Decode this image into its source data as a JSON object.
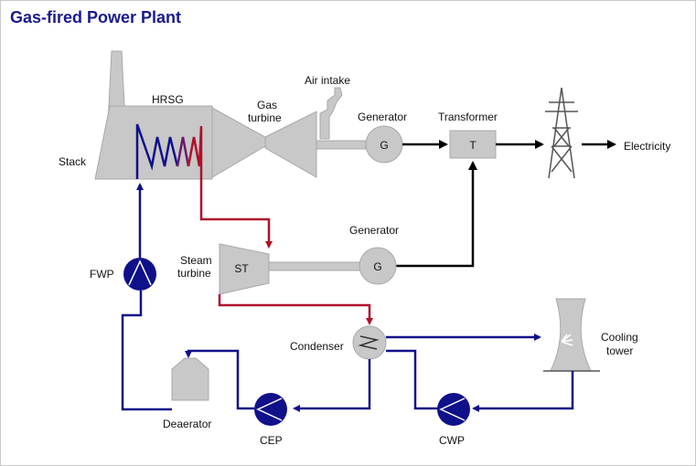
{
  "title": "Gas-fired Power Plant",
  "labels": {
    "stack": "Stack",
    "hrsg": "HRSG",
    "gas_turbine_1": "Gas",
    "gas_turbine_2": "turbine",
    "air_intake": "Air intake",
    "generator_top": "Generator",
    "generator_top_symbol": "G",
    "transformer": "Transformer",
    "transformer_symbol": "T",
    "electricity": "Electricity",
    "generator_bottom": "Generator",
    "generator_bottom_symbol": "G",
    "steam_turbine_1": "Steam",
    "steam_turbine_2": "turbine",
    "steam_turbine_symbol": "ST",
    "fwp": "FWP",
    "condenser": "Condenser",
    "cooling_tower_1": "Cooling",
    "cooling_tower_2": "tower",
    "deaerator": "Deaerator",
    "cep": "CEP",
    "cwp": "CWP"
  },
  "colors": {
    "title": "#1a1a8c",
    "water_line": "#10108a",
    "steam_line": "#b0102a",
    "equipment_gray": "#c8c8c8",
    "power_line": "#000000"
  }
}
